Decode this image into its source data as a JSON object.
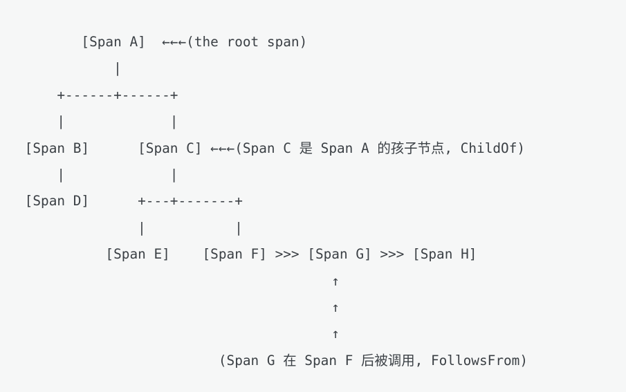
{
  "colors": {
    "background": "#f6f7f7",
    "text": "#3b4045"
  },
  "diagram": {
    "type": "ascii-span-tree",
    "nodes": [
      "Span A",
      "Span B",
      "Span C",
      "Span D",
      "Span E",
      "Span F",
      "Span G",
      "Span H"
    ],
    "annotations": [
      "(the root span)",
      "(Span C 是 Span A 的孩子节点, ChildOf)",
      "(Span G 在 Span F 后被调用, FollowsFrom)"
    ],
    "lines": [
      "        [Span A]  ←←←(the root span)",
      "            |",
      "     +------+------+",
      "     |             |",
      " [Span B]      [Span C] ←←←(Span C 是 Span A 的孩子节点, ChildOf)",
      "     |             |",
      " [Span D]      +---+-------+",
      "               |           |",
      "           [Span E]    [Span F] >>> [Span G] >>> [Span H]",
      "                                       ↑",
      "                                       ↑",
      "                                       ↑",
      "                         (Span G 在 Span F 后被调用, FollowsFrom)"
    ]
  }
}
